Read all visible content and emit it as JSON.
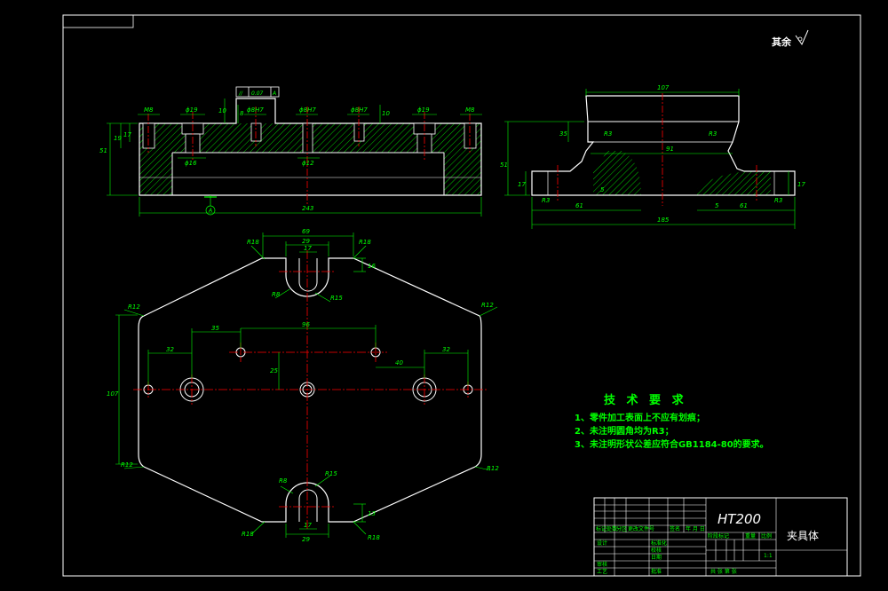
{
  "roughness_note": "其余",
  "tolerance_frame": {
    "symbol": "//",
    "value": "0.07",
    "datum": "A"
  },
  "datum_label": "A",
  "front_view": {
    "dims": {
      "m8_left": "M8",
      "m8_right": "M8",
      "d19_left": "ϕ19",
      "d19_right": "ϕ19",
      "d8h7_a": "ϕ8H7",
      "d8h7_b": "ϕ8H7",
      "d8h7_c": "ϕ8H7",
      "d16": "ϕ16",
      "d12": "ϕ12",
      "h10": "10",
      "h8": "8",
      "h10b": "10",
      "h19": "19",
      "h17": "17",
      "h51": "51",
      "w243": "243"
    }
  },
  "side_view": {
    "dims": {
      "w107": "107",
      "w91": "91",
      "w185": "185",
      "w61a": "61",
      "w61b": "61",
      "h51": "51",
      "h35": "35",
      "h17": "17",
      "h17b": "17",
      "r3a": "R3",
      "r3b": "R3",
      "r3c": "R3",
      "r3d": "R3",
      "d5": "5",
      "d5b": "5"
    }
  },
  "top_view": {
    "dims": {
      "w69": "69",
      "w29": "29",
      "w17": "17",
      "w29b": "29",
      "w17b": "17",
      "w35": "35",
      "w96": "96",
      "w32a": "32",
      "w32b": "32",
      "w40": "40",
      "h25": "25",
      "h107": "107",
      "h16": "16",
      "h13": "13",
      "r18a": "R18",
      "r18b": "R18",
      "r18c": "R18",
      "r18d": "R18",
      "r12a": "R12",
      "r12b": "R12",
      "r12c": "R12",
      "r12d": "R12",
      "r15a": "R15",
      "r15b": "R15",
      "r8a": "R8",
      "r8b": "R8"
    }
  },
  "tech_requirements": {
    "title": "技 术 要 求",
    "items": [
      "1、零件加工表面上不应有划痕；",
      "2、未注明圆角均为R3；",
      "3、未注明形状公差应符合GB1184-80的要求。"
    ]
  },
  "title_block": {
    "material": "HT200",
    "part_name": "夹具体",
    "scale": "1:1",
    "row_labels": [
      "标记",
      "处数",
      "分区",
      "更改文件号",
      "签名",
      "年 月 日"
    ],
    "cells": [
      "设计",
      "标准化",
      "审核",
      "工艺",
      "批准",
      "阶段标记",
      "重量",
      "比例",
      "共 张 第 张",
      "校核",
      "日期"
    ]
  },
  "colors": {
    "outline": "#ffffff",
    "dimension": "#00ff00",
    "centerline": "#ff0000",
    "hatch": "#00ff00",
    "background": "#000000"
  }
}
